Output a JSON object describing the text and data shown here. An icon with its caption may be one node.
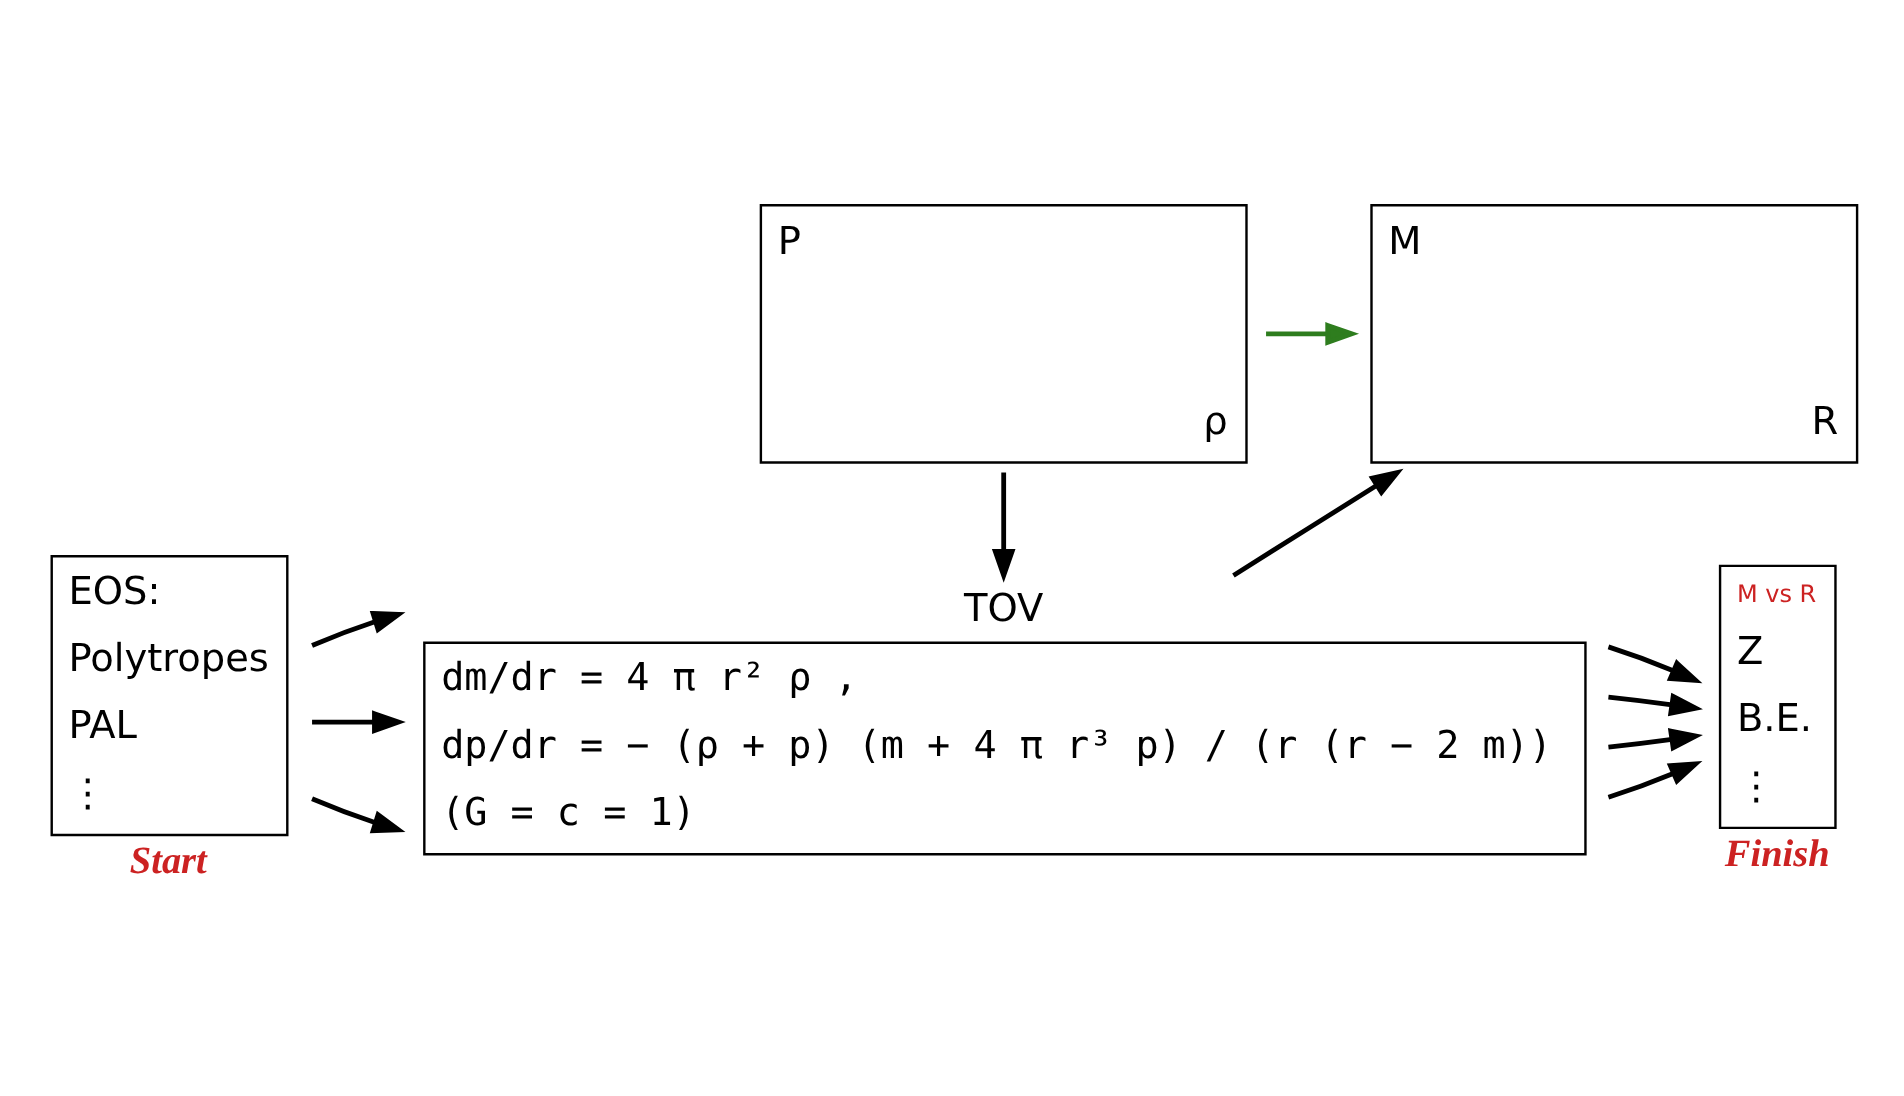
{
  "diagram": {
    "nodes": [
      {
        "text": [
          "P",
          "ρ"
        ]
      },
      {
        "text": [
          "M",
          "R"
        ]
      },
      {
        "text": [
          "EOS:",
          "Polytropes",
          "PAL",
          "⋮"
        ],
        "beside": [
          "Start"
        ]
      },
      {
        "text": [
          "TOV",
          "dm/dr = 4 π r² ρ ,",
          "dp/dr = − (ρ + p) (m + 4 π r³ p) / (r (r − 2 m))",
          "(G = c = 1)"
        ]
      },
      {
        "text": [
          "M vs R",
          "Z",
          "B.E.",
          "⋮"
        ],
        "beside": [
          "Finish"
        ]
      }
    ],
    "edges": [
      {
        "from": 0,
        "to": 1,
        "arrow": "to",
        "color": "#2e7d1e"
      },
      {
        "from": 0,
        "to": 3,
        "arrow": "to"
      },
      {
        "from": 3,
        "to": 1,
        "arrow": "to"
      },
      {
        "from": 2,
        "to": 3,
        "arrow": "to"
      },
      {
        "from": 2,
        "to": 3,
        "arrow": "to"
      },
      {
        "from": 2,
        "to": 3,
        "arrow": "to"
      },
      {
        "from": 3,
        "to": 4,
        "arrow": "to"
      },
      {
        "from": 3,
        "to": 4,
        "arrow": "to"
      },
      {
        "from": 3,
        "to": 4,
        "arrow": "to"
      },
      {
        "from": 3,
        "to": 4,
        "arrow": "to"
      }
    ]
  }
}
